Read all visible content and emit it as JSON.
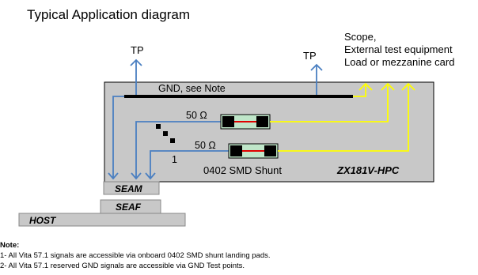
{
  "title": "Typical Application diagram",
  "labels": {
    "tp_left": "TP",
    "tp_right": "TP",
    "scope_line1": "Scope,",
    "scope_line2": "External test equipment",
    "scope_line3": "Load or mezzanine card",
    "gnd": "GND, see Note",
    "res_top": "50 Ω",
    "res_bottom": "50 Ω",
    "index": "1",
    "shunt": "0402 SMD Shunt",
    "board": "ZX181V-HPC",
    "seam": "SEAM",
    "seaf": "SEAF",
    "host": "HOST"
  },
  "note": {
    "heading": "Note:",
    "lines": [
      "1- All Vita 57.1 signals are accessible via onboard 0402 SMD shunt landing pads.",
      "2- All Vita 57.1 reserved GND signals are accessible via GND Test points."
    ]
  },
  "colors": {
    "board_fill": "#c8c8c8",
    "connector_fill": "#c8c8c8",
    "blue_wire": "#4a7fc1",
    "yellow_wire": "#ffff00",
    "shunt_center": "#bfe6c9",
    "shunt_line": "#e00000"
  }
}
